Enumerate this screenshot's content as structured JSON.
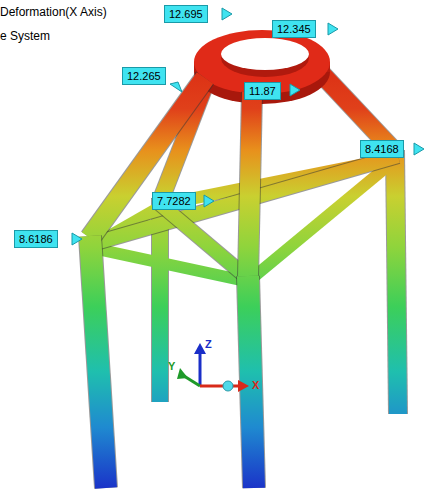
{
  "diagram": {
    "labels": [
      "Deformation(X Axis)",
      "e System",
      "12.695",
      "12.345",
      "12.265",
      "11.87",
      "8.4168",
      "7.7282",
      "8.6186",
      "Z",
      "Y",
      "X"
    ]
  }
}
